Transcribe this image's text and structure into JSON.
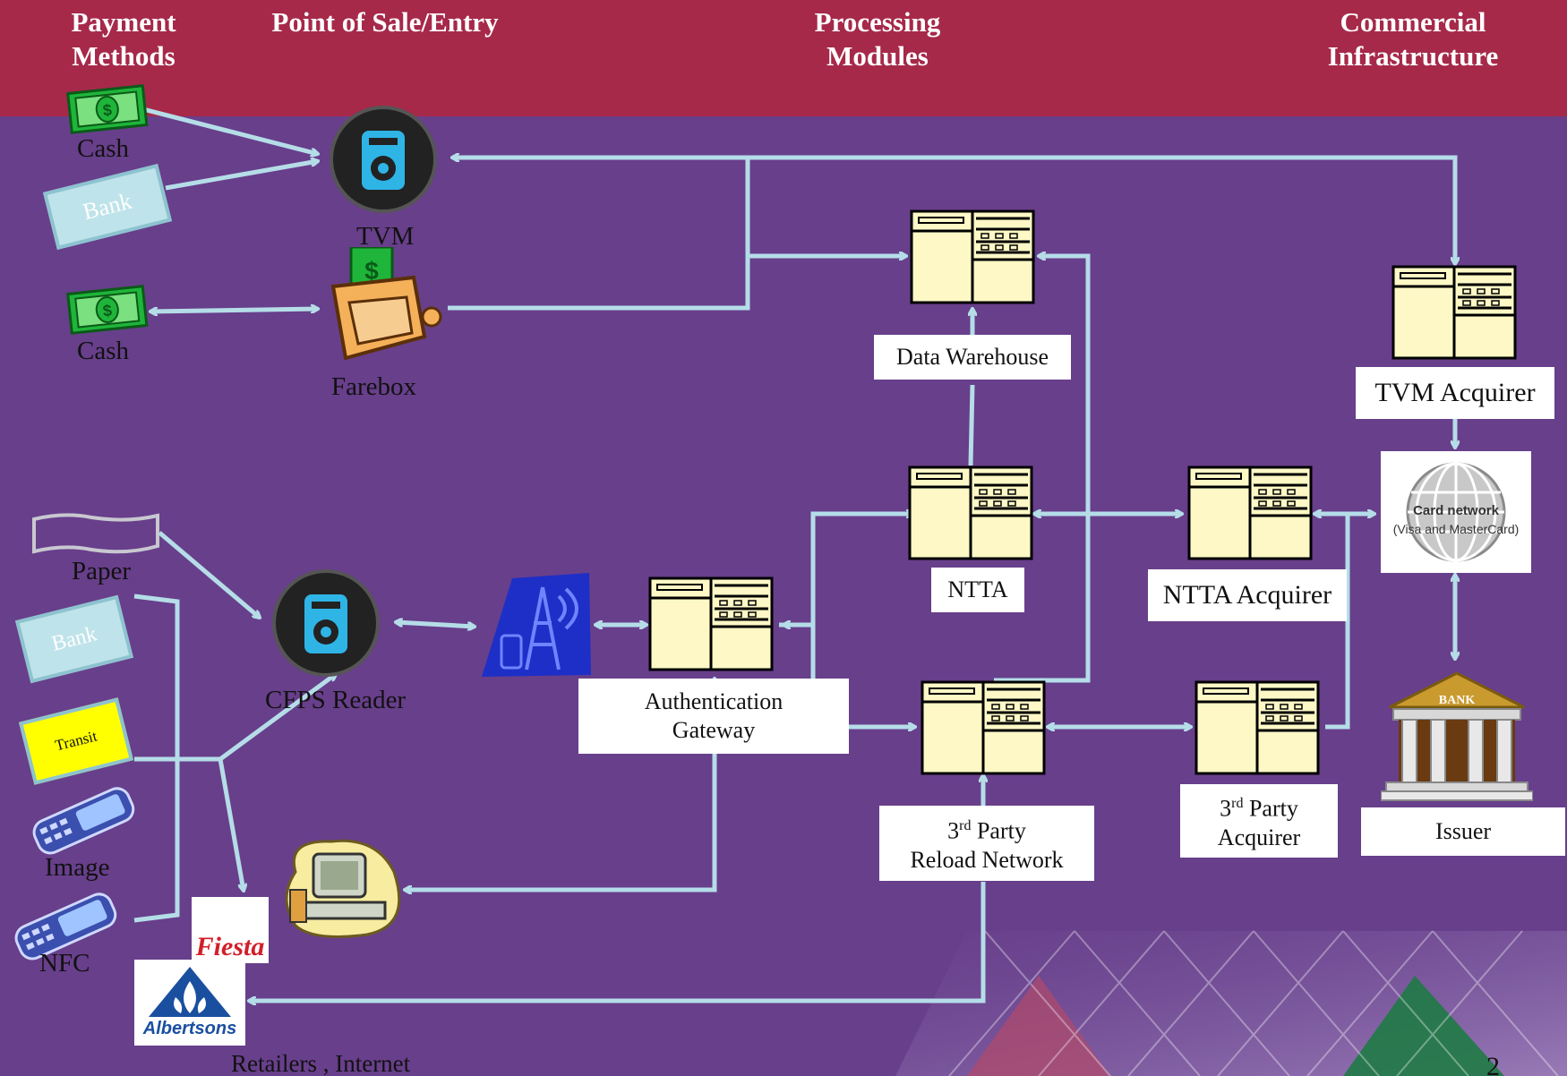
{
  "header": {
    "payment_methods": [
      "Payment",
      "Methods"
    ],
    "point_of_sale": "Point of Sale/Entry",
    "processing_modules": [
      "Processing",
      "Modules"
    ],
    "commercial_infrastructure": [
      "Commercial",
      "Infrastructure"
    ]
  },
  "payment": {
    "cash_top": "Cash",
    "bank_top": "Bank",
    "cash_bottom": "Cash",
    "paper": "Paper",
    "bank_bottom": "Bank",
    "transit": "Transit",
    "image": "Image",
    "nfc": "NFC"
  },
  "pos": {
    "tvm": "TVM",
    "farebox": "Farebox",
    "cfps_reader": "CFPS Reader",
    "retailers": "Retailers , Internet",
    "fiesta": "Fiesta",
    "albertsons": "Albertsons"
  },
  "processing": {
    "data_warehouse": "Data Warehouse",
    "ntta": "NTTA",
    "auth_gateway": [
      "Authentication",
      "Gateway"
    ],
    "third_party_reload": {
      "line1_num": "3",
      "line1_sup": "rd",
      "line1_rest": " Party",
      "line2": "Reload Network"
    }
  },
  "commercial": {
    "tvm_acquirer": "TVM Acquirer",
    "ntta_acquirer": "NTTA Acquirer",
    "card_network_title": "Card network",
    "card_network_sub": "(Visa and MasterCard)",
    "third_party_acquirer": {
      "line1_num": "3",
      "line1_sup": "rd",
      "line1_rest": " Party",
      "line2": "Acquirer"
    },
    "issuer": "Issuer",
    "bank_sign": "BANK"
  },
  "page_number": "2",
  "colors": {
    "background": "#683f8b",
    "header": "#a6294a",
    "arrow": "#b5dde8",
    "server": "#fdf8c6",
    "money": "#1fb53a"
  }
}
